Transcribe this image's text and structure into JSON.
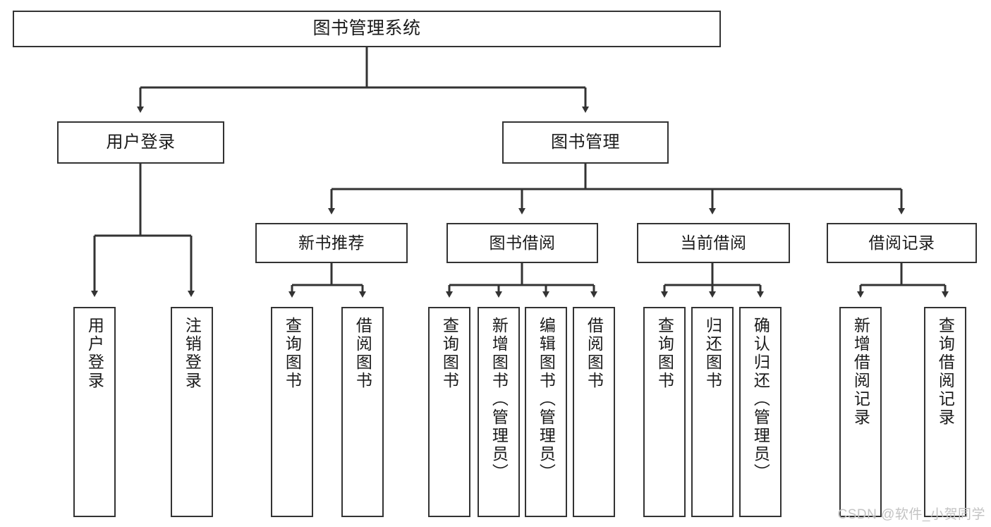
{
  "diagram": {
    "title": "图书管理系统",
    "type": "tree-hierarchy-chart",
    "colors": {
      "box_border": "#333333",
      "box_fill": "#ffffff",
      "connector": "#333333",
      "text": "#1a1a1a",
      "watermark": "#c3c3c3"
    },
    "root": {
      "id": "root",
      "label": "图书管理系统"
    },
    "level1": [
      {
        "id": "user-login",
        "label": "用户登录"
      },
      {
        "id": "book-manage",
        "label": "图书管理"
      }
    ],
    "level2": [
      {
        "id": "new-book-recommend",
        "label": "新书推荐"
      },
      {
        "id": "book-borrow",
        "label": "图书借阅"
      },
      {
        "id": "current-borrow",
        "label": "当前借阅"
      },
      {
        "id": "borrow-record",
        "label": "借阅记录"
      }
    ],
    "leaves": {
      "user_login": [
        {
          "id": "leaf-user-login",
          "label": "用户登录"
        },
        {
          "id": "leaf-logout-login",
          "label": "注销登录"
        }
      ],
      "new_book_recommend": [
        {
          "id": "leaf-query-book-1",
          "label": "查询图书"
        },
        {
          "id": "leaf-borrow-book-1",
          "label": "借阅图书"
        }
      ],
      "book_borrow": [
        {
          "id": "leaf-query-book-2",
          "label": "查询图书"
        },
        {
          "id": "leaf-add-book",
          "label": "新增图书（管理员）"
        },
        {
          "id": "leaf-edit-book",
          "label": "编辑图书（管理员）"
        },
        {
          "id": "leaf-borrow-book-2",
          "label": "借阅图书"
        }
      ],
      "current_borrow": [
        {
          "id": "leaf-query-book-3",
          "label": "查询图书"
        },
        {
          "id": "leaf-return-book",
          "label": "归还图书"
        },
        {
          "id": "leaf-confirm-return",
          "label": "确认归还（管理员）"
        }
      ],
      "borrow_record": [
        {
          "id": "leaf-add-record",
          "label": "新增借阅记录"
        },
        {
          "id": "leaf-query-record",
          "label": "查询借阅记录"
        }
      ]
    }
  },
  "watermark": {
    "text": "CSDN @软件_小贺同学"
  }
}
